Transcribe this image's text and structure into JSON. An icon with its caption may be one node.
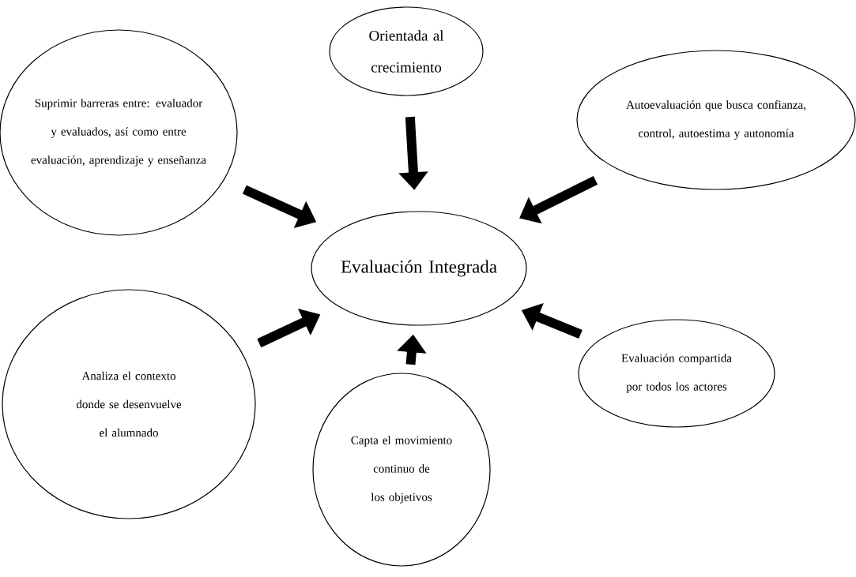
{
  "diagram": {
    "nodes": [
      {
        "text": [
          "Orientada al crecimiento"
        ]
      },
      {
        "text": [
          "Suprimir barreras entre: evaluador y evaluados, así como entre evaluación, aprendizaje y enseñanza"
        ]
      },
      {
        "text": [
          "Autoevaluación que busca confianza, control, autoestima y autonomía"
        ]
      },
      {
        "text": [
          "Evaluación Integrada"
        ]
      },
      {
        "text": [
          "Evaluación compartida por todos los actores"
        ]
      },
      {
        "text": [
          "Analiza el contexto donde se desenvuelve el alumnado"
        ]
      },
      {
        "text": [
          "Capta el movimiento continuo de los objetivos"
        ]
      }
    ],
    "edges": [
      {
        "from": 0,
        "to": 3,
        "arrow": "to"
      },
      {
        "from": 1,
        "to": 3,
        "arrow": "to"
      },
      {
        "from": 2,
        "to": 3,
        "arrow": "to"
      },
      {
        "from": 4,
        "to": 3,
        "arrow": "to"
      },
      {
        "from": 5,
        "to": 3,
        "arrow": "to"
      },
      {
        "from": 6,
        "to": 3,
        "arrow": "to"
      }
    ]
  }
}
